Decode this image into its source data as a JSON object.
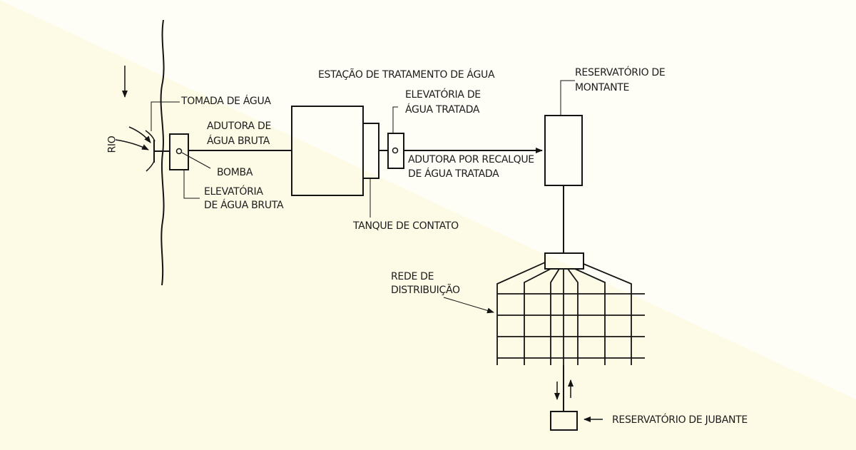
{
  "labels": {
    "rio": "RIO",
    "tomada": "TOMADA DE ÁGUA",
    "adutora_bruta": [
      "ADUTORA DE",
      "ÁGUA BRUTA"
    ],
    "bomba": "BOMBA",
    "elevatoria_bruta": [
      "ELEVATÓRIA",
      "DE ÁGUA BRUTA"
    ],
    "eta": "ESTAÇÃO DE TRATAMENTO DE ÁGUA",
    "elevatoria_tratada": [
      "ELEVATÓRIA DE",
      "ÁGUA TRATADA"
    ],
    "adutora_recalque": [
      "ADUTORA POR RECALQUE",
      "DE ÁGUA TRATADA"
    ],
    "tanque": "TANQUE DE CONTATO",
    "reserv_montante": [
      "RESERVATÓRIO DE",
      "MONTANTE"
    ],
    "rede": [
      "REDE DE",
      "DISTRIBUIÇÃO"
    ],
    "reserv_jusante": "RESERVATÓRIO DE JUBANTE"
  },
  "colors": {
    "background": "#fdfbe6",
    "background_light": "#fffef6",
    "line": "#141414"
  }
}
